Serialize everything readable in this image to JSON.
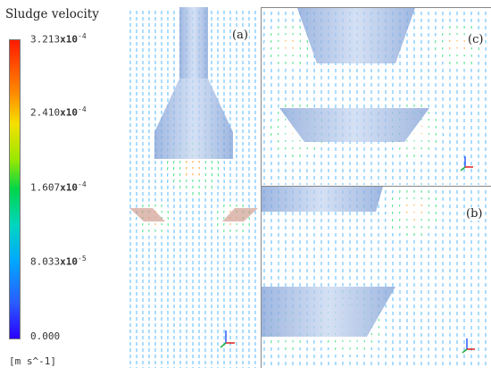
{
  "legend": {
    "title": "Sludge velocity",
    "ticks": [
      {
        "mantissa": "3.213",
        "times": "x10",
        "exp": "-4"
      },
      {
        "mantissa": "2.410",
        "times": "x10",
        "exp": "-4"
      },
      {
        "mantissa": "1.607",
        "times": "x10",
        "exp": "-4"
      },
      {
        "mantissa": "8.033",
        "times": "x10",
        "exp": "-5"
      },
      {
        "mantissa": "0.000",
        "times": "",
        "exp": ""
      }
    ],
    "unit": "[m s^-1]"
  },
  "panels": {
    "a": {
      "label": "(a)"
    },
    "b": {
      "label": "(b)"
    },
    "c": {
      "label": "(c)"
    }
  },
  "colors": {
    "vector_low": "#2aa8ff",
    "vector_mid": "#18d66a",
    "vector_high": "#ff8c00",
    "surface": "#8ea8d8",
    "background": "#ffffff"
  }
}
